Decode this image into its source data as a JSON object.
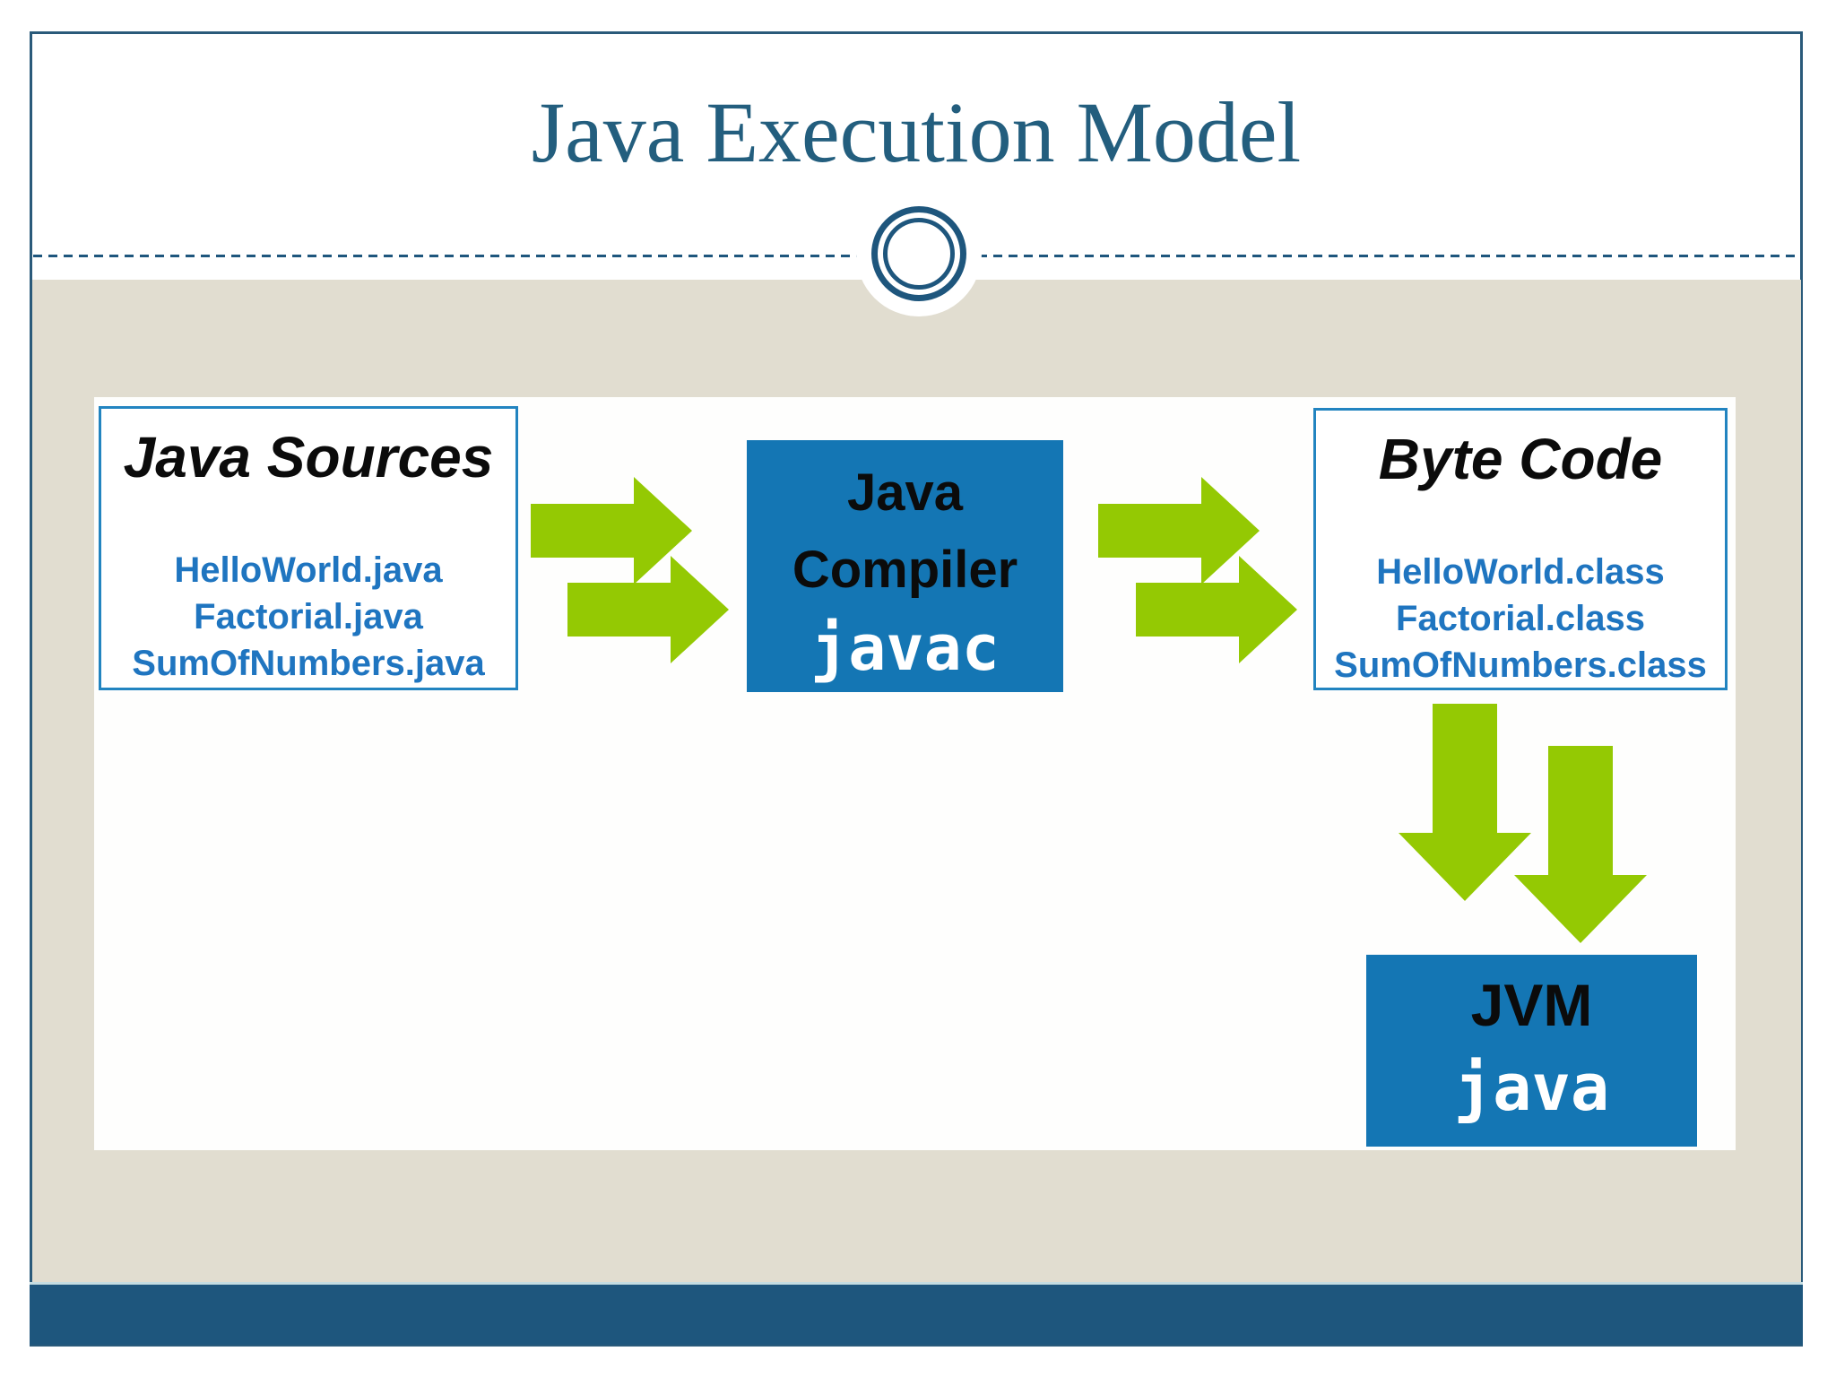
{
  "slide": {
    "title": "Java Execution Model",
    "accent_colors": {
      "dark_blue": "#1E567D",
      "box_fill_blue": "#1476B4",
      "box_border_blue": "#2284C0",
      "file_text_blue": "#1F75C0",
      "arrow_green": "#94C903",
      "body_beige": "#E1DDD0"
    }
  },
  "diagram": {
    "sources_box": {
      "title": "Java Sources",
      "files": [
        "HelloWorld.java",
        "Factorial.java",
        "SumOfNumbers.java"
      ]
    },
    "compiler_box": {
      "name_line1": "Java",
      "name_line2": "Compiler",
      "command": "javac"
    },
    "bytecode_box": {
      "title": "Byte Code",
      "files": [
        "HelloWorld.class",
        "Factorial.class",
        "SumOfNumbers.class"
      ]
    },
    "jvm_box": {
      "title": "JVM",
      "command": "java"
    }
  }
}
